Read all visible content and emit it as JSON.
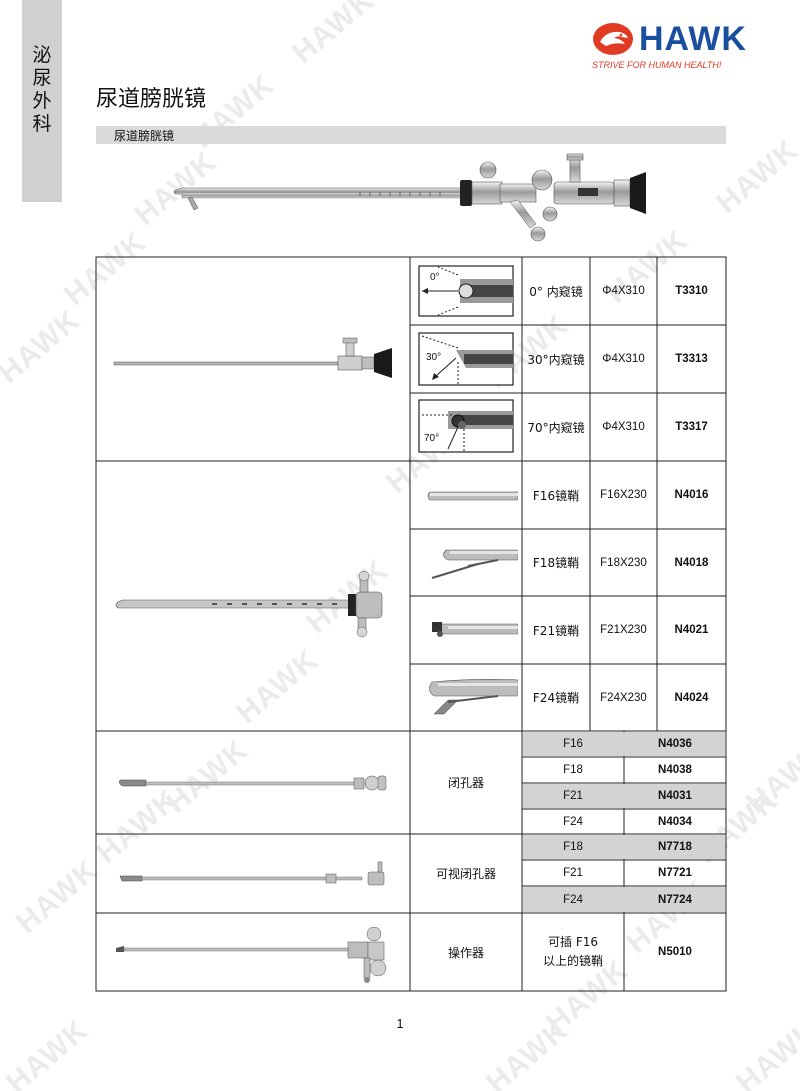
{
  "side_tab": {
    "chars": [
      "泌",
      "尿",
      "外",
      "科"
    ]
  },
  "logo": {
    "name": "HAWK",
    "slogan": "STRIVE FOR HUMAN HEALTH!",
    "brand_red": "#e23b24",
    "brand_blue": "#1a4fa0"
  },
  "watermark": "HAWK",
  "page_title": "尿道膀胱镜",
  "section_label": "尿道膀胱镜",
  "telescopes": {
    "rows": [
      {
        "angle": "0°",
        "name": "0°  内窥镜",
        "spec": "Φ4X310",
        "code": "T3310"
      },
      {
        "angle": "30°",
        "name": "30°内窥镜",
        "spec": "Φ4X310",
        "code": "T3313"
      },
      {
        "angle": "70°",
        "name": "70°内窥镜",
        "spec": "Φ4X310",
        "code": "T3317"
      }
    ]
  },
  "sheaths": {
    "rows": [
      {
        "name": "F16镜鞘",
        "spec": "F16X230",
        "code": "N4016"
      },
      {
        "name": "F18镜鞘",
        "spec": "F18X230",
        "code": "N4018"
      },
      {
        "name": "F21镜鞘",
        "spec": "F21X230",
        "code": "N4021"
      },
      {
        "name": "F24镜鞘",
        "spec": "F24X230",
        "code": "N4024"
      }
    ]
  },
  "obturator": {
    "label": "闭孔器",
    "rows": [
      {
        "size": "F16",
        "code": "N4036"
      },
      {
        "size": "F18",
        "code": "N4038"
      },
      {
        "size": "F21",
        "code": "N4031"
      },
      {
        "size": "F24",
        "code": "N4034"
      }
    ]
  },
  "visual_obturator": {
    "label": "可视闭孔器",
    "rows": [
      {
        "size": "F18",
        "code": "N7718"
      },
      {
        "size": "F21",
        "code": "N7721"
      },
      {
        "size": "F24",
        "code": "N7724"
      }
    ]
  },
  "working_element": {
    "label": "操作器",
    "desc_line1": "可插  F16",
    "desc_line2": "以上的镜鞘",
    "code": "N5010"
  },
  "page_number": "1"
}
